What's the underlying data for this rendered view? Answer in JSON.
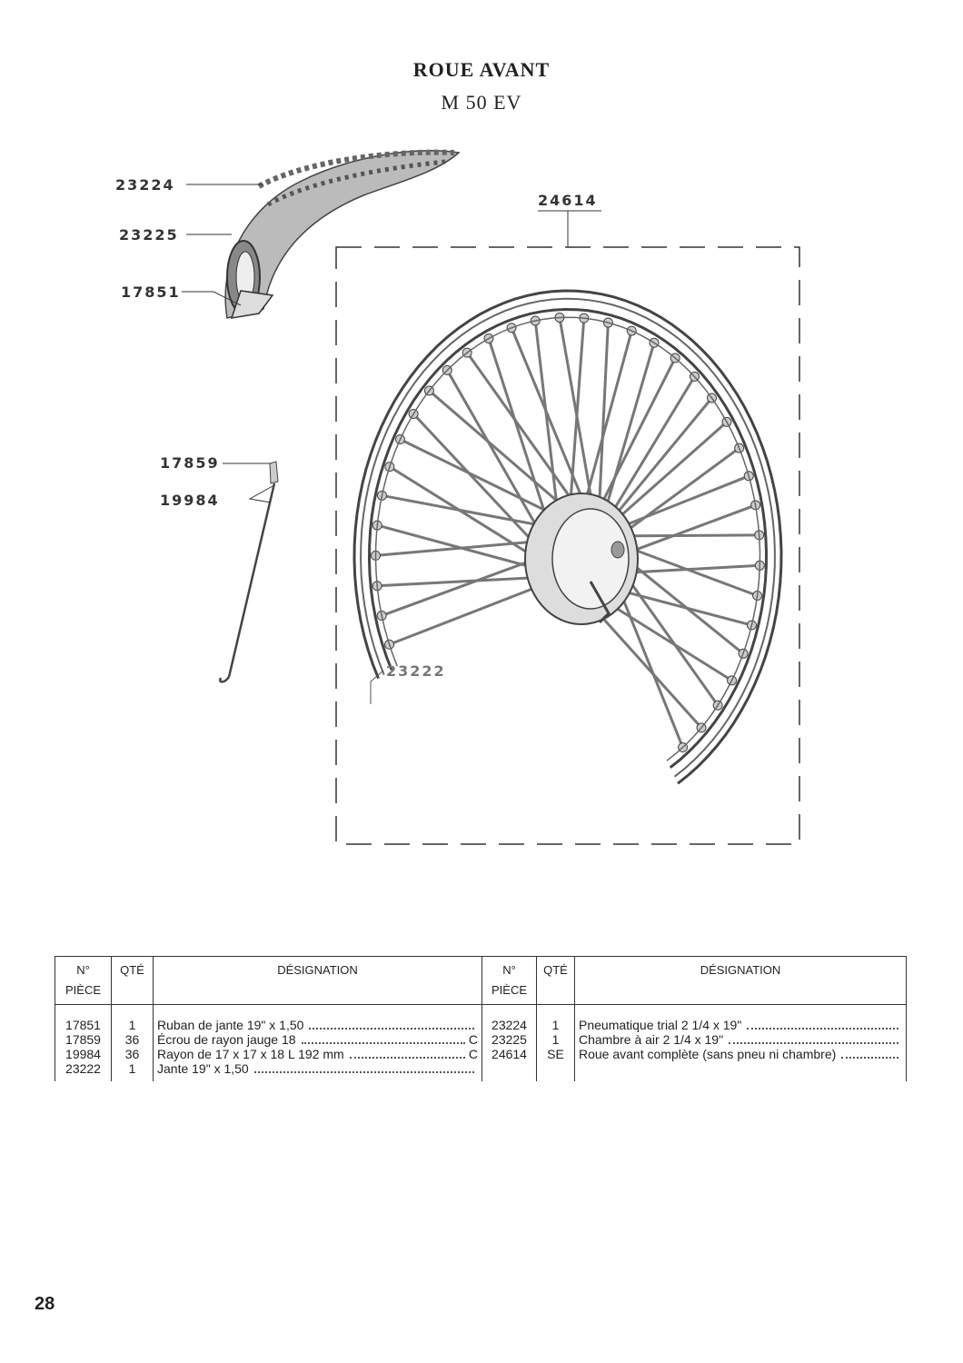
{
  "header": {
    "title": "ROUE AVANT",
    "subtitle": "M 50 EV"
  },
  "callouts": {
    "tyre": "23224",
    "tube": "23225",
    "rim_tape": "17851",
    "nipple": "17859",
    "spoke": "19984",
    "rim": "23222",
    "wheel": "24614"
  },
  "table": {
    "headers": {
      "no_line1": "N°",
      "no_line2": "PIÈCE",
      "qty": "QTÉ",
      "designation": "DÉSIGNATION"
    },
    "rows": [
      {
        "left": {
          "no": "17851",
          "qty": "1",
          "designation": "Ruban de jante 19\" x 1,50",
          "mark": ""
        },
        "right": {
          "no": "23224",
          "qty": "1",
          "designation": "Pneumatique trial 2 1/4 x 19\"",
          "mark": ""
        }
      },
      {
        "left": {
          "no": "17859",
          "qty": "36",
          "designation": "Écrou de rayon jauge 18",
          "mark": "C"
        },
        "right": {
          "no": "23225",
          "qty": "1",
          "designation": "Chambre à air 2 1/4 x 19\"",
          "mark": ""
        }
      },
      {
        "left": {
          "no": "19984",
          "qty": "36",
          "designation": "Rayon de 17 x 17 x 18 L 192 mm",
          "mark": "C"
        },
        "right": {
          "no": "24614",
          "qty": "SE",
          "designation": "Roue avant complète (sans pneu ni chambre)",
          "mark": ""
        }
      },
      {
        "left": {
          "no": "23222",
          "qty": "1",
          "designation": "Jante 19\" x 1,50",
          "mark": ""
        },
        "right": {
          "no": "",
          "qty": "",
          "designation": "",
          "mark": ""
        }
      }
    ]
  },
  "footer": {
    "page_number": "28"
  }
}
